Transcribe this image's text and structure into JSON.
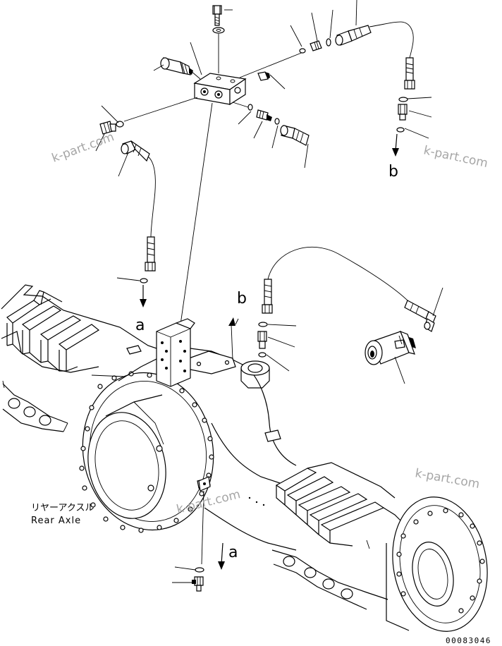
{
  "labels": {
    "ref_a_top": "a",
    "ref_b_top": "b",
    "ref_b_mid": "b",
    "ref_a_bottom": "a",
    "axle_jp": "リヤーアクスル",
    "axle_en": "Rear Axle"
  },
  "watermarks": [
    "k-part.com",
    "k-part.com",
    "k-part.com",
    "k-part.com"
  ],
  "diagram_number": "00083046"
}
